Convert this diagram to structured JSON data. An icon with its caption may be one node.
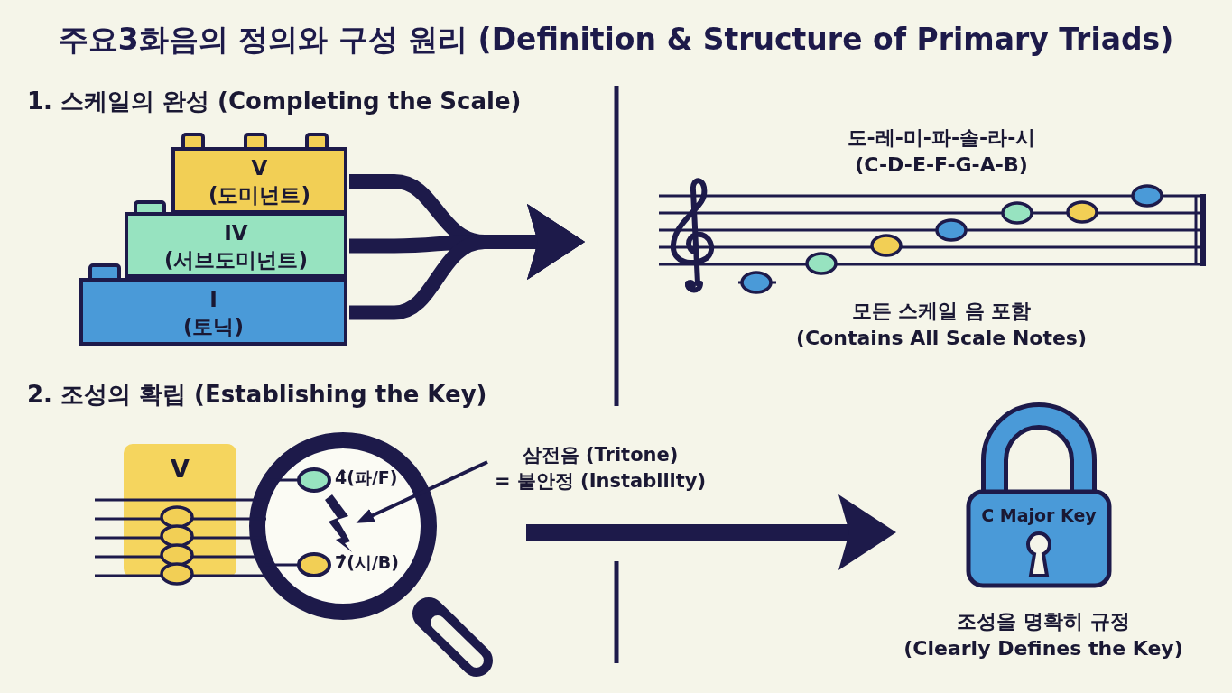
{
  "diagram": {
    "title": "주요3화음의 정의와 구성 원리 (Definition & Structure of Primary Triads)",
    "nodes": [
      {
        "text": [
          "V",
          "(도미넌트)"
        ]
      },
      {
        "text": [
          "IV",
          "(서브도미넌트)"
        ]
      },
      {
        "text": [
          "I",
          "(토닉)"
        ]
      },
      {
        "text": [],
        "shape": "picture",
        "beside": [
          "도-레-미-파-솔-라-시 (C-D-E-F-G-A-B)",
          "모든 스케일 음 포함 (Contains All Scale Notes)"
        ]
      },
      {
        "text": [
          "V"
        ]
      },
      {
        "text": [
          "4̂(파/F)",
          "7̂(시/B)"
        ]
      },
      {
        "text": [
          "삼전음 (Tritone) = 불안정 (Instability)"
        ]
      },
      {
        "text": [],
        "shape": "picture",
        "in": 5
      },
      {
        "text": [
          "C Major Key"
        ],
        "beside": [
          "조성을 명확히 규정 (Clearly Defines the Key)"
        ]
      }
    ],
    "edges": [
      {
        "from": 0,
        "to": 3,
        "arrow": "to"
      },
      {
        "from": 1,
        "to": 3,
        "arrow": "to"
      },
      {
        "from": 2,
        "to": 3,
        "arrow": "to"
      },
      {
        "from": 6,
        "to": 7,
        "arrow": "to"
      },
      {
        "from": null,
        "to": 8,
        "arrow": "to"
      }
    ],
    "labels": [
      "1. 스케일의 완성 (Completing the Scale)",
      "2. 조성의 확립 (Establishing the Key)"
    ]
  }
}
